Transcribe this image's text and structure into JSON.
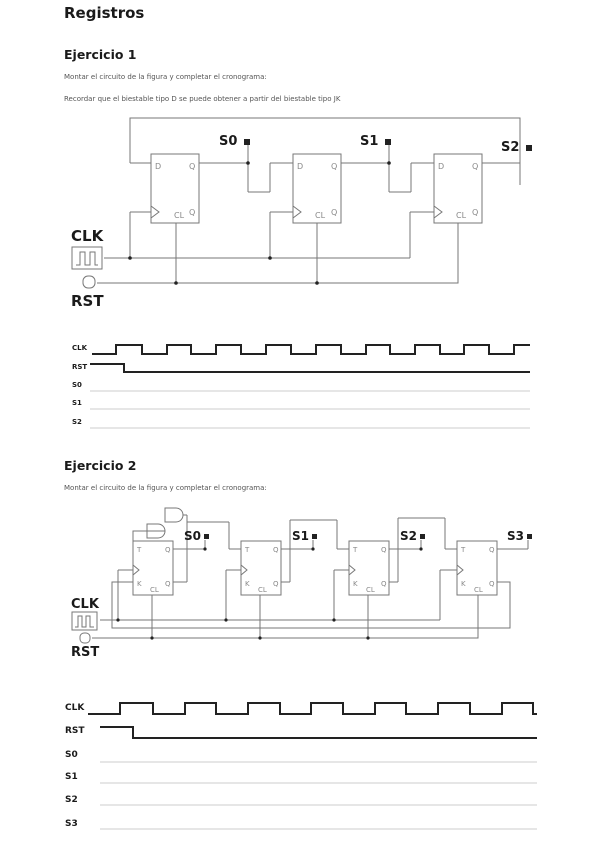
{
  "title": "Registros",
  "ex1": {
    "heading": "Ejercicio 1",
    "line1": "Montar el circuito de la figura y completar el cronograma:",
    "line2": "Recordar que el biestable tipo D se puede obtener a partir del biestable tipo JK",
    "outputs": [
      "S0",
      "S1",
      "S2"
    ],
    "clk_label": "CLK",
    "rst_label": "RST",
    "ff_pins": {
      "d": "D",
      "q": "Q",
      "qn": "Q̅",
      "clk": "CL"
    },
    "clk_src_glyph": "⎍⎍",
    "rst_src_glyph": "0",
    "timing": [
      "CLK",
      "RST",
      "S0",
      "S1",
      "S2"
    ]
  },
  "ex2": {
    "heading": "Ejercicio 2",
    "line1": "Montar el circuito de la figura y completar el cronograma:",
    "outputs": [
      "S0",
      "S1",
      "S2",
      "S3"
    ],
    "clk_label": "CLK",
    "rst_label": "RST",
    "ff_pins": {
      "t": "T",
      "q": "Q",
      "k": "K",
      "qn": "Q̅",
      "clk": "CL"
    },
    "clk_src_glyph": "⎍⎍",
    "rst_src_glyph": "0",
    "timing": [
      "CLK",
      "RST",
      "S0",
      "S1",
      "S2",
      "S3"
    ]
  }
}
